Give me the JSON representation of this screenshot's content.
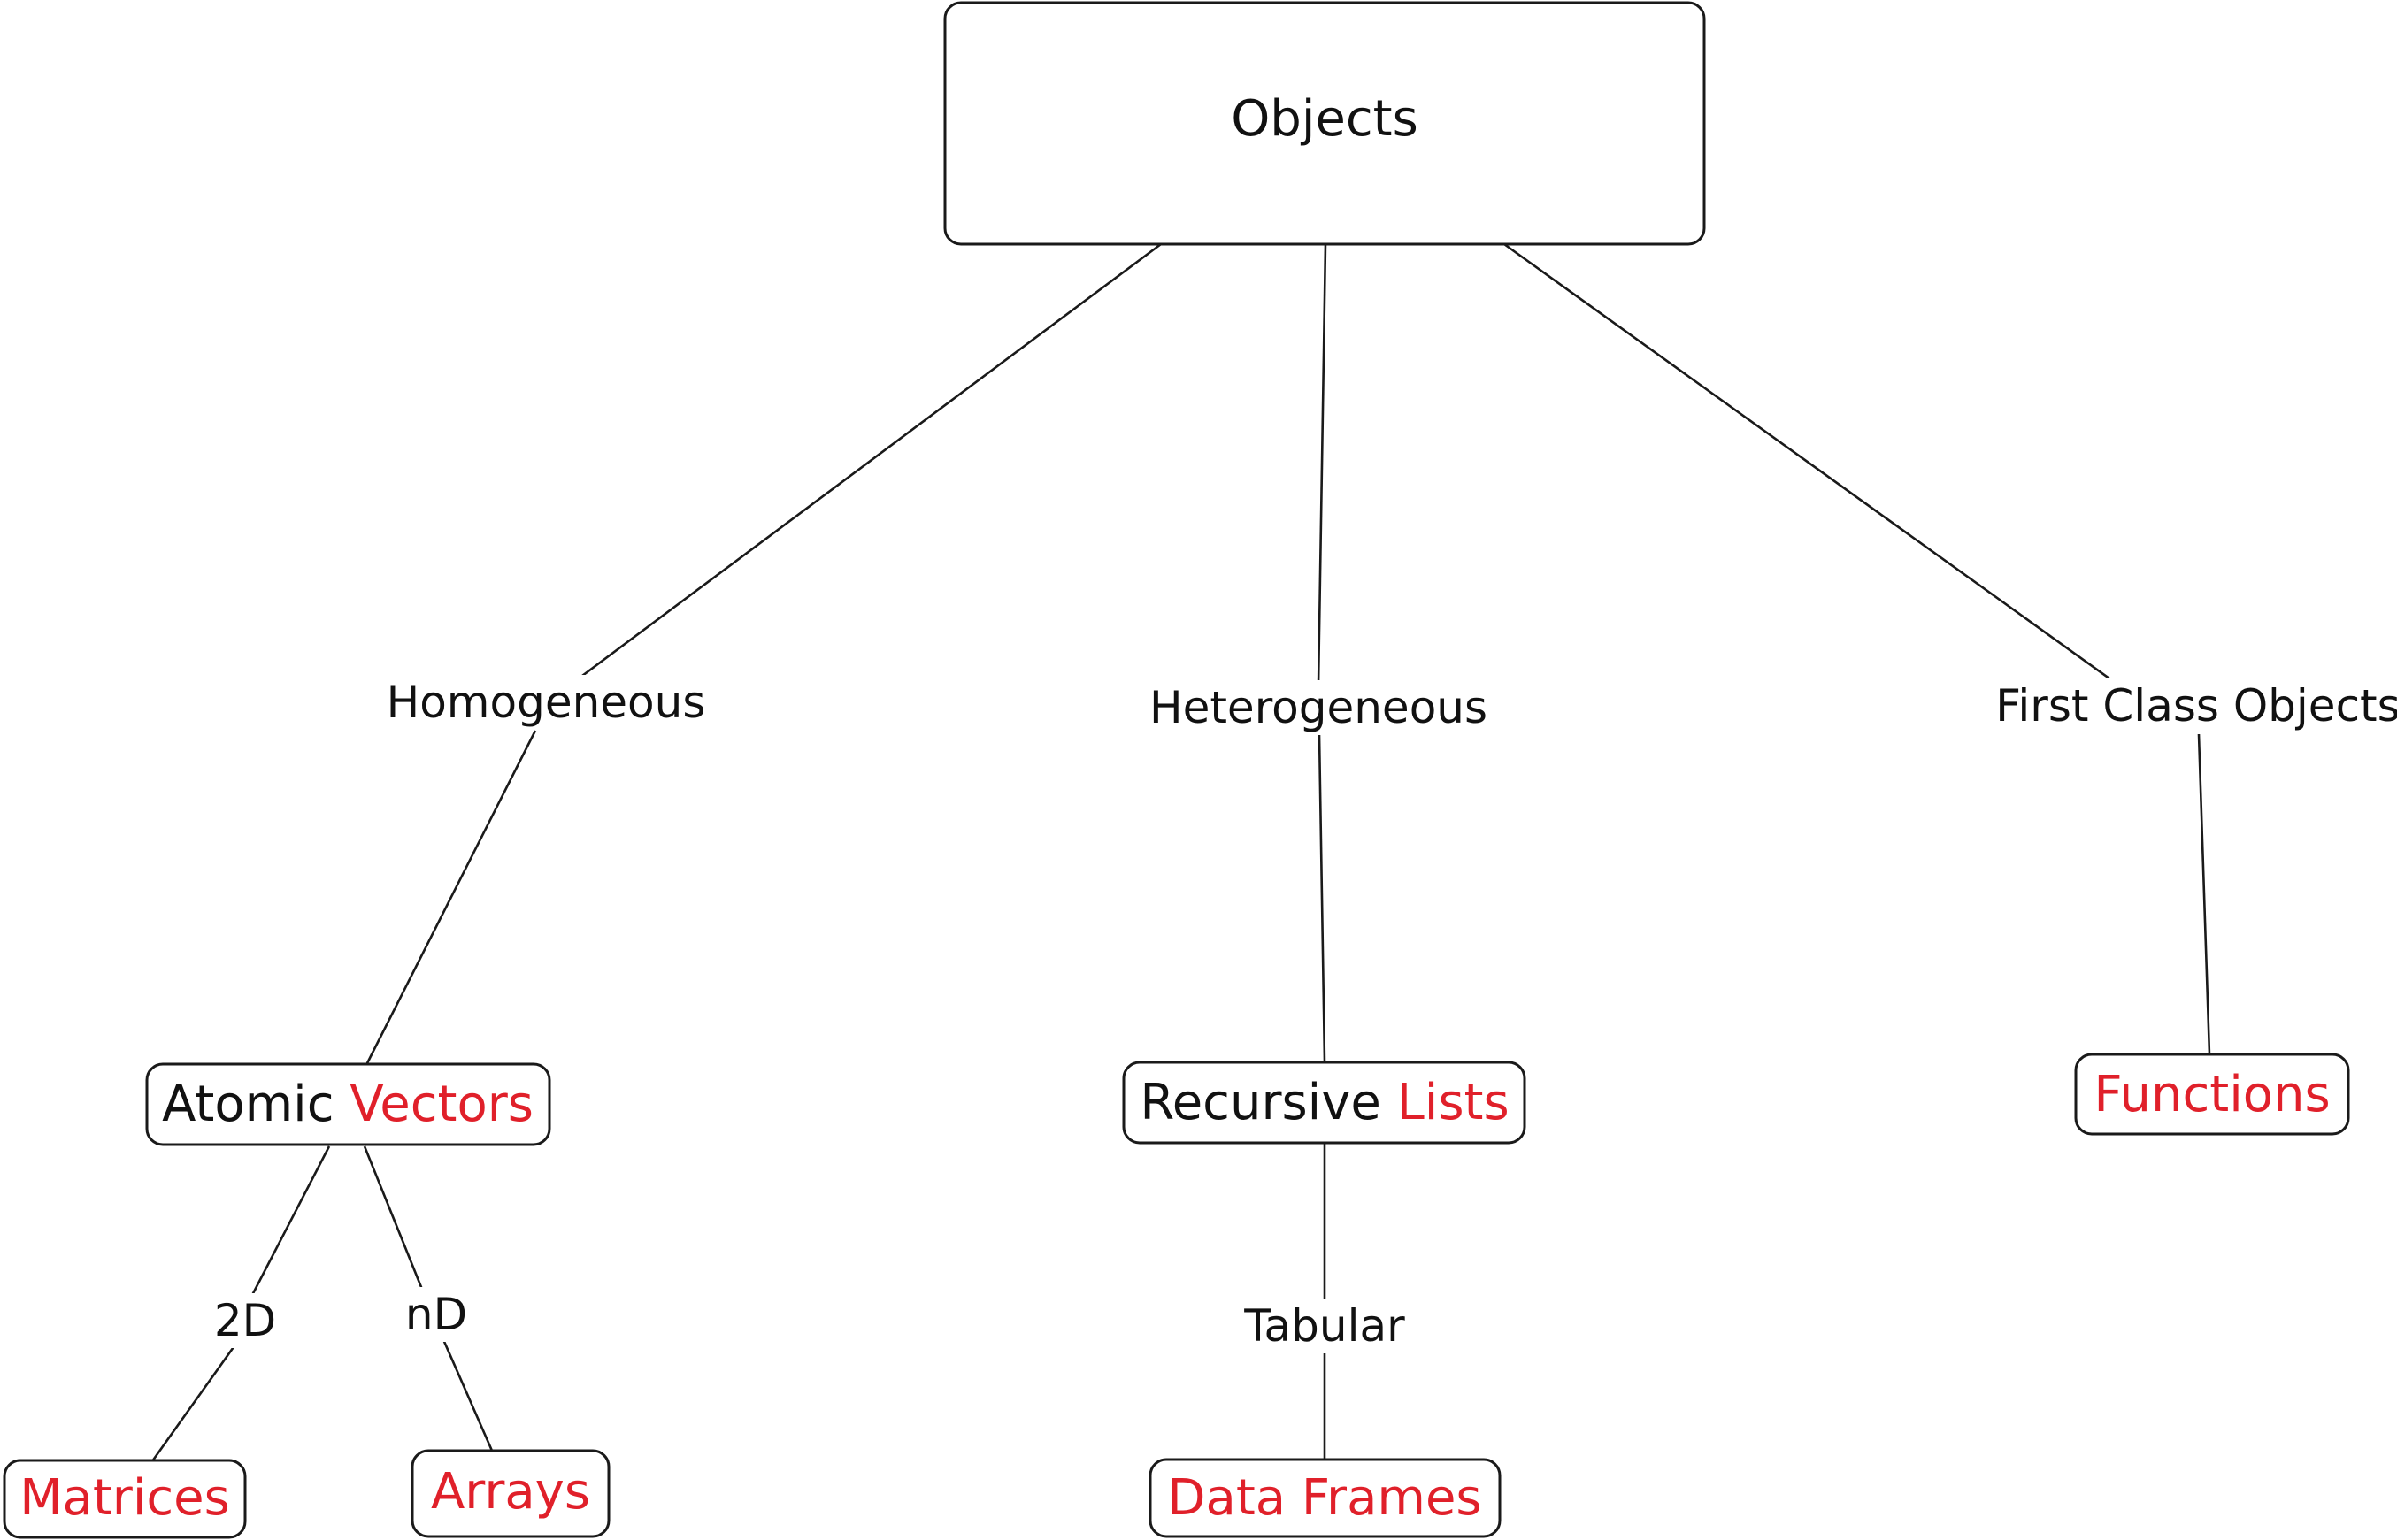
{
  "colors": {
    "text": "#111111",
    "highlight": "#e0202a",
    "line": "#1a1a1a",
    "background": "#ffffff"
  },
  "nodes": {
    "objects": {
      "label": "Objects"
    },
    "atomic_vectors": {
      "label_plain": "Atomic ",
      "label_highlight": "Vectors"
    },
    "recursive_lists": {
      "label_plain": "Recursive ",
      "label_highlight": "Lists"
    },
    "functions": {
      "label_highlight": "Functions"
    },
    "matrices": {
      "label_highlight": "Matrices"
    },
    "arrays": {
      "label_highlight": "Arrays"
    },
    "data_frames": {
      "label_highlight": "Data Frames"
    }
  },
  "edges": {
    "homogeneous": "Homogeneous",
    "heterogeneous": "Heterogeneous",
    "first_class_objects": "First Class Objects",
    "two_d": "2D",
    "n_d": "nD",
    "tabular": "Tabular"
  }
}
